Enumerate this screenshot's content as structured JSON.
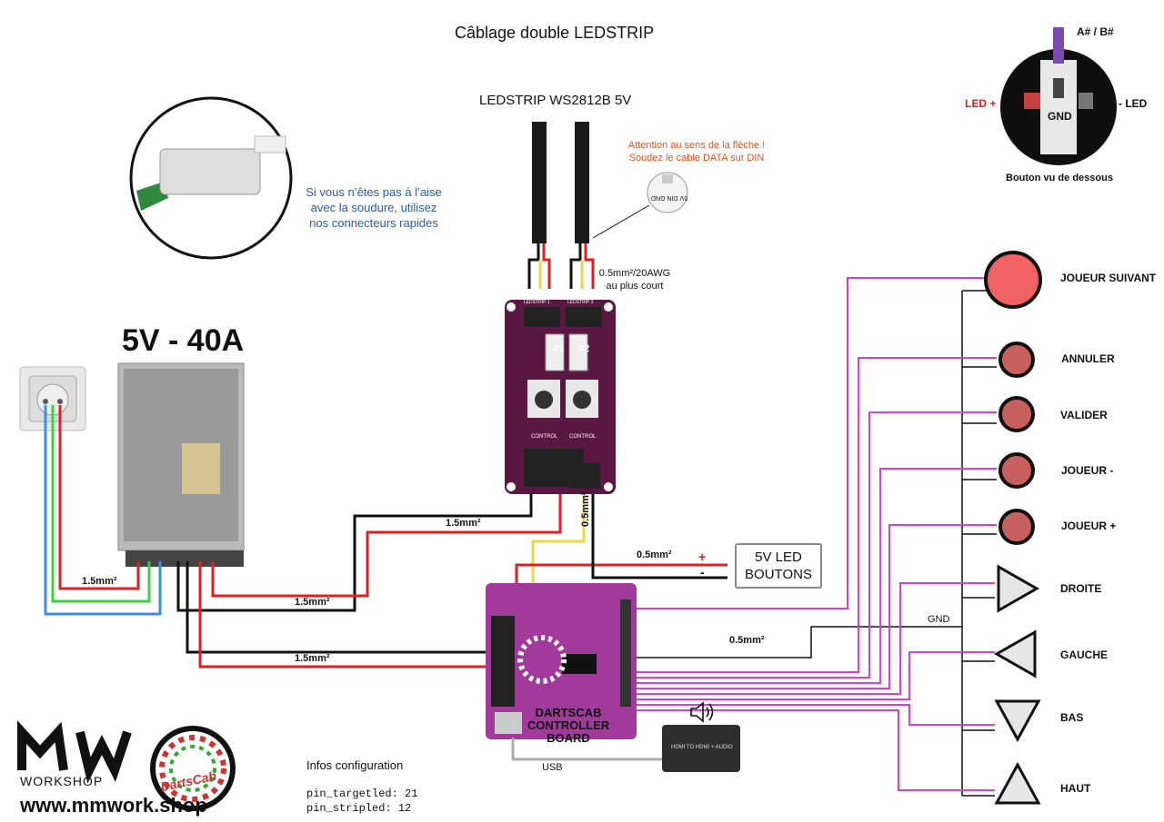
{
  "title": "Câblage double LEDSTRIP",
  "ledstrip_title": "LEDSTRIP WS2812B 5V",
  "psu_title": "5V - 40A",
  "connector_note": "Si vous n’êtes pas à l’aise\navec la soudure, utilisez\nnos connecteurs rapides",
  "arrow_warning": "Attention au sens de la flèche !\nSoudez le cable DATA sur DIN",
  "strip_wire_note": "0.5mm²/20AWG\nau plus court",
  "strip_pin_icon_text": "5V DIN GND",
  "button_underside": {
    "top_label": "A# / B#",
    "led_plus": "LED +",
    "led_minus": "- LED",
    "gnd": "GND",
    "caption": "Bouton vu de dessous"
  },
  "wire_labels": {
    "outlet_psu": "1.5mm²",
    "psu_ledboard": "1.5mm²",
    "ledboard_data": "0.5mm²",
    "ledboard_buttons": "0.5mm²",
    "psu_controller_1": "1.5mm²",
    "psu_controller_2": "1.5mm²",
    "controller_buttons": "0.5mm²",
    "gnd_bus": "GND",
    "usb": "USB"
  },
  "power_signs": {
    "plus": "+",
    "minus": "-"
  },
  "led_buttons_box": "5V LED\nBOUTONS",
  "controller_label": "DARTSCAB\nCONTROLLER\nBOARD",
  "buttons": [
    {
      "label": "JOUEUR SUIVANT",
      "shape": "big-circle"
    },
    {
      "label": "ANNULER",
      "shape": "circle"
    },
    {
      "label": "VALIDER",
      "shape": "circle"
    },
    {
      "label": "JOUEUR -",
      "shape": "circle"
    },
    {
      "label": "JOUEUR +",
      "shape": "circle"
    },
    {
      "label": "DROITE",
      "shape": "triangle-right"
    },
    {
      "label": "GAUCHE",
      "shape": "triangle-left"
    },
    {
      "label": "BAS",
      "shape": "triangle-down"
    },
    {
      "label": "HAUT",
      "shape": "triangle-up"
    }
  ],
  "led_board_text": {
    "strip1": "#1",
    "strip2": "#2",
    "control1": "CONTROL",
    "control2": "CONTROL",
    "header1": "LEDSTRIP 1",
    "header2": "LEDSTRIP 2"
  },
  "hdmi_text": "HDMI TO HDMI + AUDIO",
  "logo": {
    "brand": "M/W",
    "sub": "WORKSHOP",
    "url": "www.mmwork.shop",
    "darts": "DartsCab"
  },
  "config": {
    "title": "Infos configuration",
    "line1": "pin_targetled: 21",
    "line2": "pin_stripled: 12"
  },
  "colors": {
    "wire_red": "#e02020",
    "wire_black": "#111111",
    "wire_yellow": "#e8d84a",
    "wire_magenta": "#d442d4",
    "wire_blue": "#3a8fe0",
    "wire_green": "#3ed13e",
    "board_purple": "#5a1741",
    "controller_purple": "#a23a9c",
    "button_red": "#f26262",
    "button_small": "#c96060"
  }
}
